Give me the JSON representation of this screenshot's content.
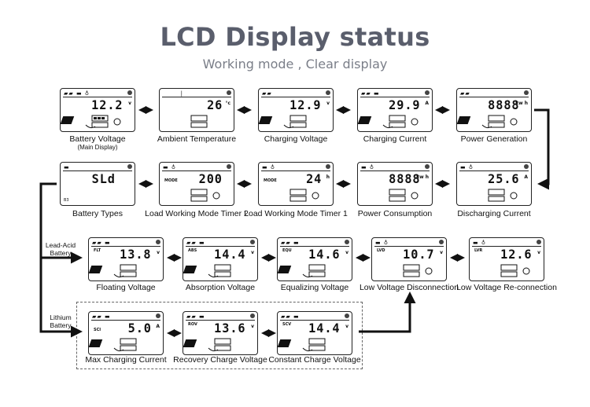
{
  "title": "LCD Display status",
  "subtitle": "Working mode , Clear display",
  "groups": {
    "lead_acid": "Lead-Acid Battery",
    "lithium": "Lithium Battery"
  },
  "screens": {
    "battery_voltage": {
      "value": "12.2",
      "unit": "v",
      "label": "Battery Voltage",
      "sublabel": "(Main Display)"
    },
    "ambient_temperature": {
      "value": "26",
      "unit": "°c",
      "label": "Ambient Temperature"
    },
    "charging_voltage": {
      "value": "12.9",
      "unit": "v",
      "label": "Charging Voltage"
    },
    "charging_current": {
      "value": "29.9",
      "unit": "A",
      "label": "Charging Current"
    },
    "power_generation": {
      "value": "8888",
      "unit": "kw h",
      "label": "Power Generation"
    },
    "battery_types": {
      "value": "SLd",
      "unit": "",
      "label": "Battery Types",
      "extra": "B3"
    },
    "load_timer_2": {
      "value": "200",
      "unit": "",
      "mode": "MODE",
      "label": "Load Working Mode Timer 2"
    },
    "load_timer_1": {
      "value": "24",
      "unit": "h",
      "mode": "MODE",
      "label": "Load Working Mode Timer 1"
    },
    "power_consumption": {
      "value": "8888",
      "unit": "kw h",
      "label": "Power Consumption"
    },
    "discharging_current": {
      "value": "25.6",
      "unit": "A",
      "label": "Discharging Current"
    },
    "floating_voltage": {
      "value": "13.8",
      "unit": "v",
      "mode": "FLT",
      "label": "Floating Voltage"
    },
    "absorption_voltage": {
      "value": "14.4",
      "unit": "v",
      "mode": "ABS",
      "label": "Absorption Voltage"
    },
    "equalizing_voltage": {
      "value": "14.6",
      "unit": "v",
      "mode": "EQU",
      "label": "Equalizing Voltage"
    },
    "low_voltage_disconnection": {
      "value": "10.7",
      "unit": "v",
      "mode": "LVD",
      "label": "Low Voltage Disconnection"
    },
    "low_voltage_reconnection": {
      "value": "12.6",
      "unit": "v",
      "mode": "LVR",
      "label": "Low Voltage Re-connection"
    },
    "max_charging_current": {
      "value": "5.0",
      "unit": "A",
      "mode": "SCI",
      "label": "Max Charging Current"
    },
    "recovery_charge_voltage": {
      "value": "13.6",
      "unit": "v",
      "mode": "ROV",
      "label": "Recovery Charge Voltage"
    },
    "constant_charge_voltage": {
      "value": "14.4",
      "unit": "v",
      "mode": "SCV",
      "label": "Constant Charge Voltage"
    }
  },
  "colors": {
    "title": "#5a5e6c",
    "subtitle": "#7a7e88",
    "line": "#111111"
  }
}
